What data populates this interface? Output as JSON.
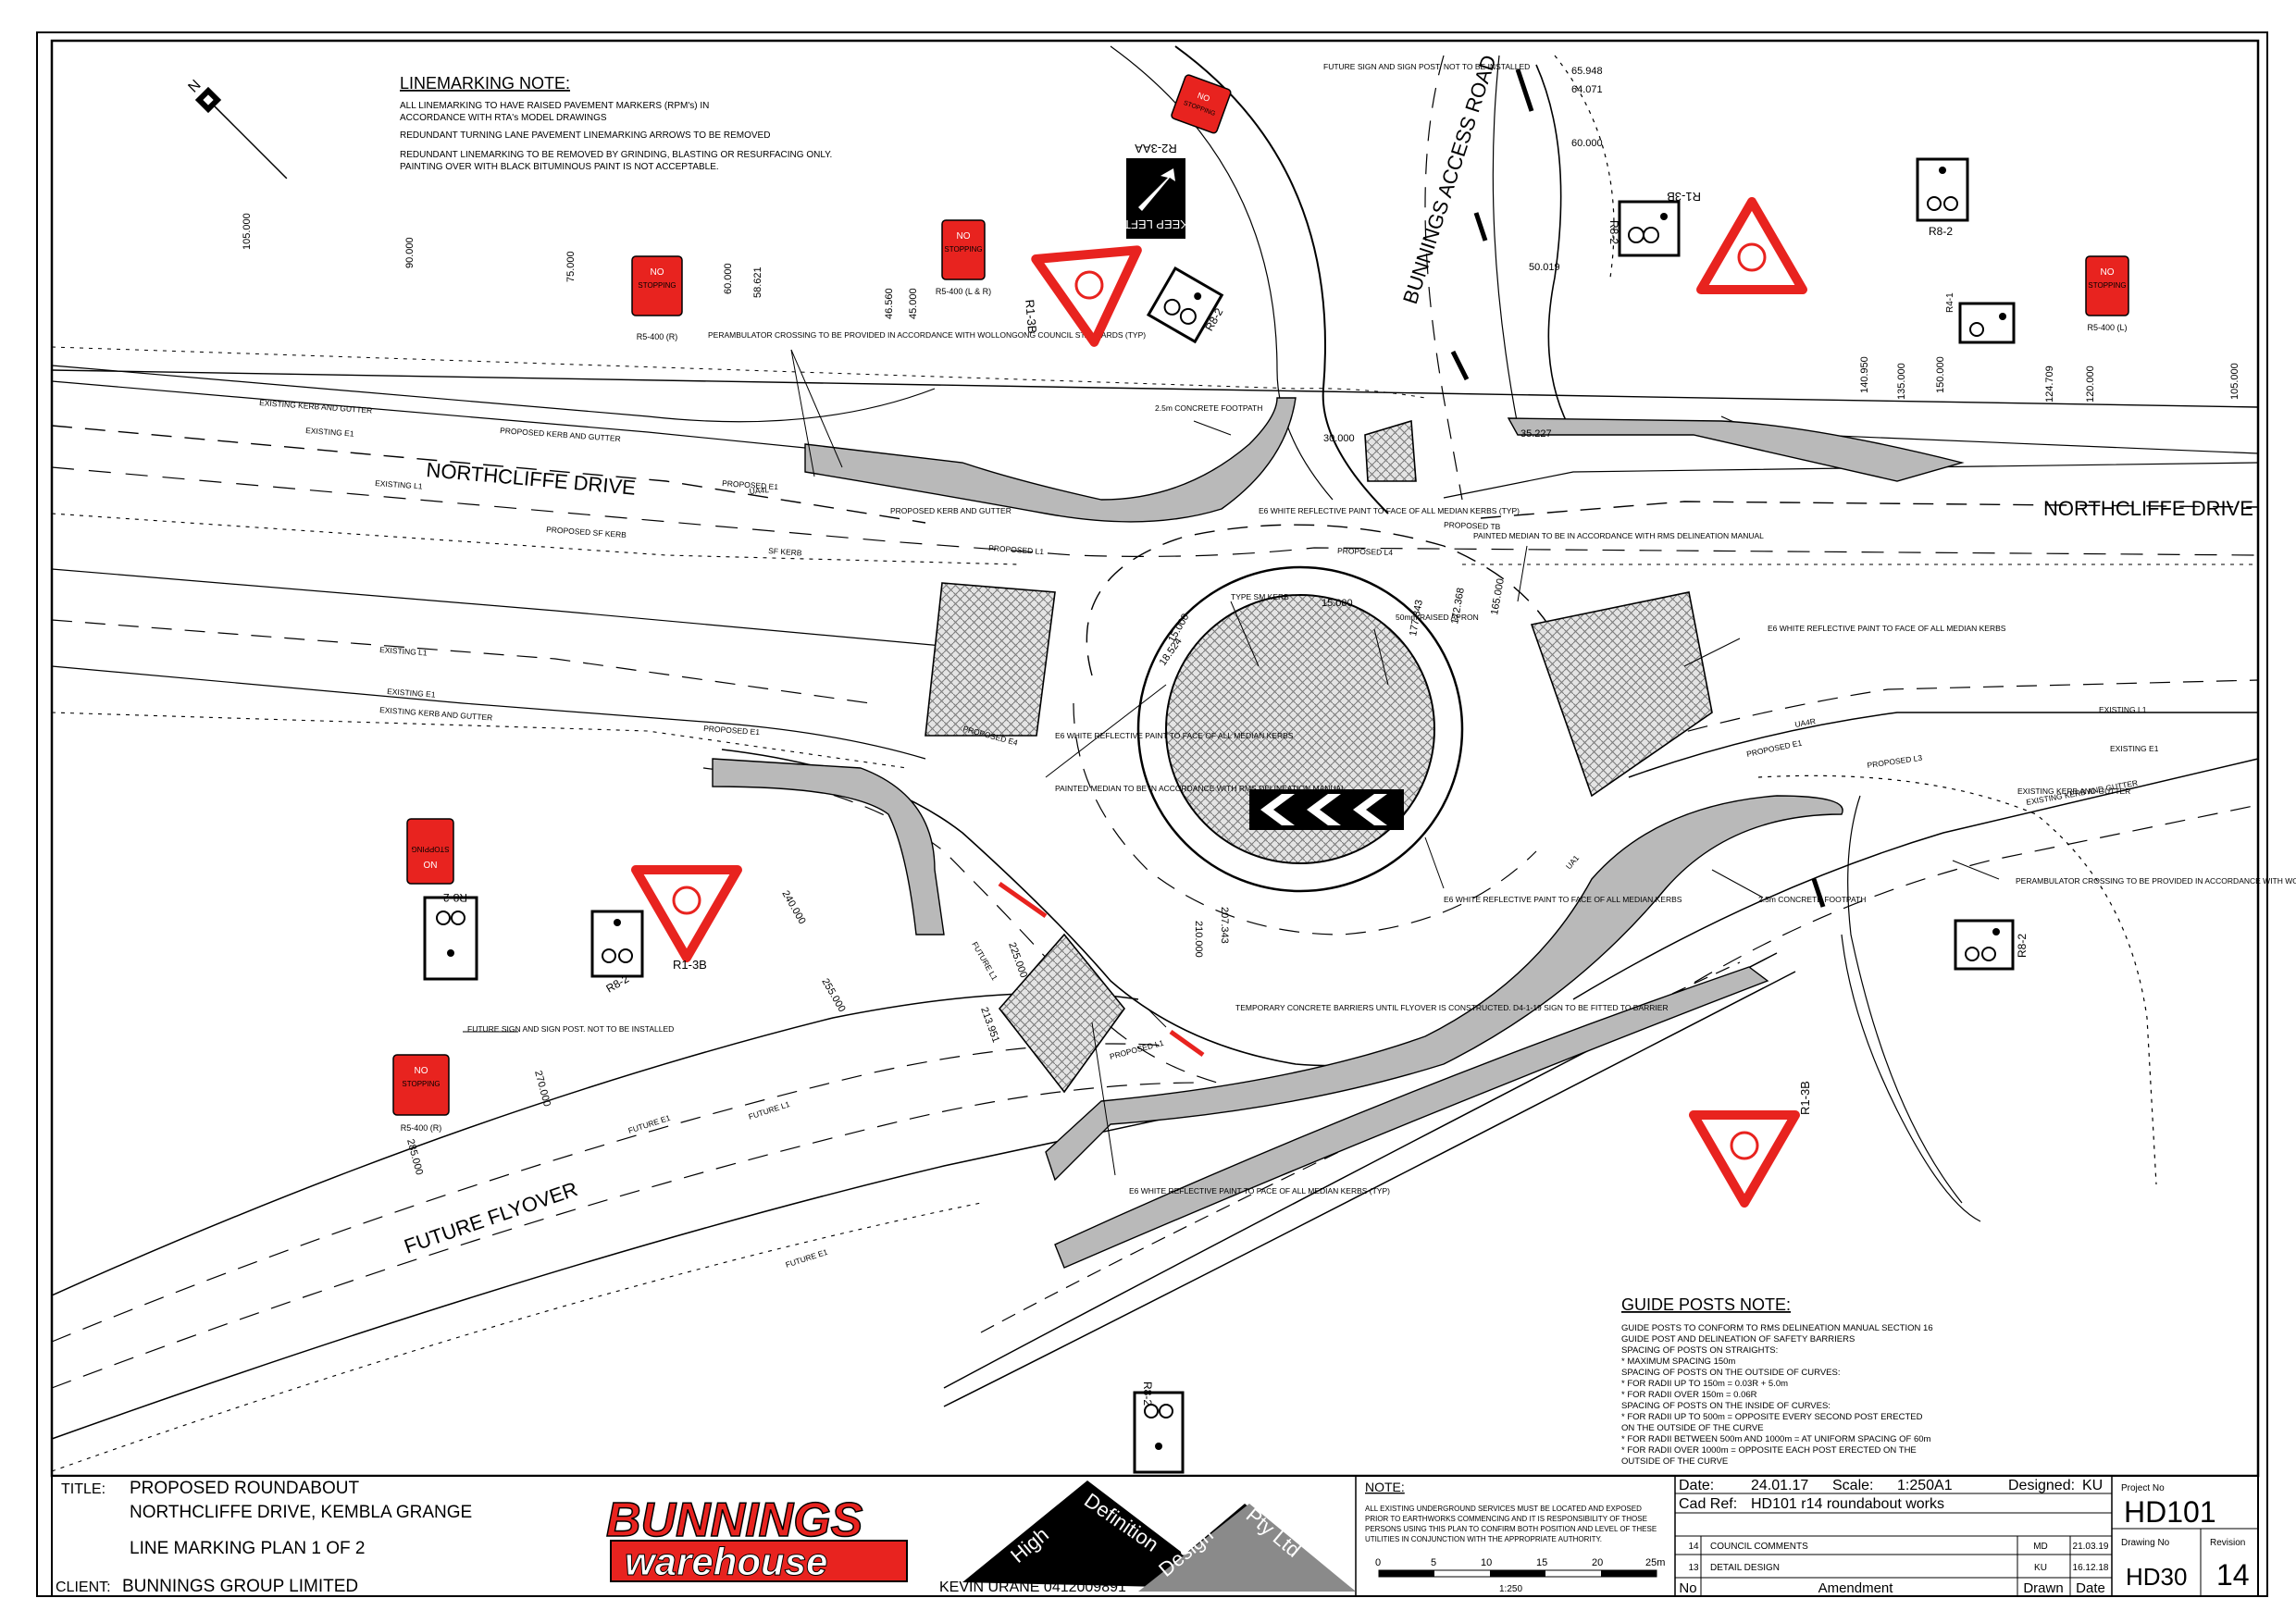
{
  "notes": {
    "linemarking": {
      "heading": "LINEMARKING NOTE:",
      "lines": [
        "ALL LINEMARKING TO HAVE RAISED PAVEMENT MARKERS (RPM's) IN",
        "ACCORDANCE WITH RTA's MODEL DRAWINGS",
        "REDUNDANT TURNING LANE PAVEMENT LINEMARKING ARROWS TO BE REMOVED",
        "REDUNDANT LINEMARKING TO BE REMOVED BY GRINDING, BLASTING OR RESURFACING ONLY.",
        "PAINTING OVER WITH BLACK BITUMINOUS PAINT IS NOT ACCEPTABLE."
      ]
    },
    "guide_posts": {
      "heading": "GUIDE POSTS NOTE:",
      "lines": [
        "GUIDE POSTS TO CONFORM TO RMS DELINEATION MANUAL SECTION 16",
        "GUIDE POST AND DELINEATION OF SAFETY BARRIERS",
        "SPACING OF POSTS ON STRAIGHTS:",
        "   * MAXIMUM SPACING 150m",
        "SPACING OF POSTS ON THE OUTSIDE OF CURVES:",
        "   * FOR RADII UP TO 150m = 0.03R + 5.0m",
        "   * FOR RADII OVER 150m = 0.06R",
        "SPACING OF POSTS ON THE INSIDE OF CURVES:",
        "   * FOR RADII UP TO 500m = OPPOSITE EVERY SECOND POST ERECTED",
        "      ON THE OUTSIDE OF THE CURVE",
        "   * FOR RADII BETWEEN 500m AND 1000m = AT UNIFORM SPACING OF 60m",
        "   * FOR RADII OVER 1000m = OPPOSITE EACH POST ERECTED ON THE",
        "      OUTSIDE OF THE CURVE"
      ]
    }
  },
  "road_labels": {
    "northcliffe_west": "NORTHCLIFFE DRIVE",
    "northcliffe_east": "NORTHCLIFFE DRIVE",
    "bunnings_access": "BUNNINGS ACCESS ROAD",
    "future_flyover": "FUTURE FLYOVER"
  },
  "chainages": [
    "105.000",
    "90.000",
    "75.000",
    "60.000",
    "58.621",
    "46.560",
    "45.000",
    "65.948",
    "64.071",
    "60.000",
    "50.019",
    "150.000",
    "140.950",
    "135.000",
    "124.709",
    "120.000",
    "105.000",
    "35.227",
    "30.000",
    "15.000",
    "18.524",
    "15.000",
    "177.343",
    "172.368",
    "165.000",
    "207.343",
    "210.000",
    "240.000",
    "255.000",
    "270.000",
    "285.000",
    "225.000",
    "213.951"
  ],
  "annotations": {
    "perambulator_w": "PERAMBULATOR CROSSING TO BE PROVIDED IN ACCORDANCE WITH WOLLONGONG COUNCIL STANDARDS (TYP)",
    "perambulator_e": "PERAMBULATOR CROSSING TO BE PROVIDED IN ACCORDANCE WITH WOLLONGONG COUNCIL STANDARDS (TYP)",
    "footpath_n": "2.5m CONCRETE FOOTPATH",
    "footpath_s": "2.5m CONCRETE FOOTPATH",
    "kerb_gutter": "PROPOSED KERB AND GUTTER",
    "e6_n": "E6 WHITE REFLECTIVE PAINT TO FACE OF ALL MEDIAN KERBS (TYP)",
    "e6_e": "E6 WHITE REFLECTIVE PAINT TO FACE OF ALL MEDIAN KERBS",
    "e6_w": "E6 WHITE REFLECTIVE PAINT TO FACE OF ALL MEDIAN KERBS",
    "e6_c": "E6 WHITE REFLECTIVE PAINT TO FACE OF ALL MEDIAN KERBS",
    "e6_s": "E6 WHITE REFLECTIVE PAINT TO FACE OF ALL MEDIAN KERBS (TYP)",
    "painted_median_n": "PAINTED MEDIAN TO BE IN ACCORDANCE WITH RMS DELINEATION MANUAL",
    "painted_median_w": "PAINTED MEDIAN TO BE IN ACCORDANCE WITH RMS DELINEATION MANUAL",
    "type_sm_kerb": "TYPE SM KERB",
    "raised_apron": "50mm RAISED APRON",
    "temp_barriers": "TEMPORARY CONCRETE BARRIERS UNTIL FLYOVER IS CONSTRUCTED. D4-1-19 SIGN TO BE FITTED TO BARRIER",
    "future_sign_n": "FUTURE SIGN AND SIGN POST. NOT TO BE INSTALLED",
    "future_sign_w": "FUTURE SIGN AND SIGN POST. NOT TO BE INSTALLED",
    "existing_kerb": "EXISTING KERB AND GUTTER",
    "proposed_kerb_gutter": "PROPOSED KERB AND GUTTER"
  },
  "line_labels": [
    "EXISTING KERB AND GUTTER",
    "PROPOSED KERB AND GUTTER",
    "EXISTING E1",
    "EXISTING L1",
    "PROPOSED E1",
    "PROPOSED SF KERB",
    "SF KERB",
    "PROPOSED L1",
    "EXISTING L1",
    "EXISTING E1",
    "PROPOSED E1",
    "EXISTING KERB AND GUTTER",
    "PROPOSED L4",
    "PROPOSED TB",
    "PROPOSED E4",
    "FUTURE L1",
    "FUTURE E1",
    "FUTURE L1",
    "FUTURE E1",
    "PROPOSED L1",
    "PROPOSED E1",
    "PROPOSED L3",
    "EXISTING L1",
    "EXISTING E1",
    "EXISTING KERB AND GUTTER",
    "UA4L",
    "UA4R",
    "UA1"
  ],
  "signs": {
    "r1_3b": "R1-3B",
    "r8_2": "R8-2",
    "r2_3aa": "R2-3AA",
    "keep_left": "KEEP LEFT",
    "no_stopping_top": "NO",
    "no_stopping_bottom": "STOPPING",
    "r5_400_r": "R5-400 (R)",
    "r5_400_l": "R5-400 (L)",
    "r5_400_lr": "R5-400 (L & R)",
    "r4": "R4-1"
  },
  "title_block": {
    "title_label": "TITLE:",
    "title_line1": "PROPOSED ROUNDABOUT",
    "title_line2": "NORTHCLIFFE DRIVE, KEMBLA GRANGE",
    "title_line3": "LINE MARKING PLAN  1 OF 2",
    "client_label": "CLIENT:",
    "client": "BUNNINGS GROUP LIMITED",
    "logo_top": "BUNNINGS",
    "logo_bottom": "warehouse",
    "hdd_words": [
      "High",
      "Definition",
      "Design",
      "Pty Ltd"
    ],
    "contact": "KEVIN URANE 0412009891",
    "note_heading": "NOTE:",
    "note_lines": [
      "ALL EXISTING UNDERGROUND SERVICES MUST BE LOCATED AND EXPOSED",
      "PRIOR TO EARTHWORKS COMMENCING AND IT IS RESPONSIBILITY OF THOSE",
      "PERSONS USING THIS PLAN TO CONFIRM BOTH POSITION AND LEVEL OF THESE",
      "UTILITIES IN CONJUNCTION WITH THE APPROPRIATE AUTHORITY."
    ],
    "scale_ticks": [
      "0",
      "5",
      "10",
      "15",
      "20",
      "25m"
    ],
    "scale_ratio": "1:250",
    "date_label": "Date:",
    "date": "24.01.17",
    "scale_label": "Scale:",
    "scale": "1:250A1",
    "designed_label": "Designed:",
    "designed": "KU",
    "cadref_label": "Cad Ref:",
    "cadref": "HD101 r14 roundabout works",
    "project_label": "Project No",
    "project": "HD101",
    "drawing_label": "Drawing No",
    "drawing": "HD30",
    "revision_label": "Revision",
    "revision": "14",
    "amendments": [
      {
        "no": "14",
        "desc": "COUNCIL COMMENTS",
        "drawn": "MD",
        "date": "21.03.19"
      },
      {
        "no": "13",
        "desc": "DETAIL DESIGN",
        "drawn": "KU",
        "date": "16.12.18"
      }
    ],
    "hdr_no": "No",
    "hdr_amend": "Amendment",
    "hdr_drawn": "Drawn",
    "hdr_date": "Date"
  },
  "colors": {
    "sign_red": "#e8231f",
    "median_grey": "#b9b9b9",
    "ink": "#000000"
  }
}
